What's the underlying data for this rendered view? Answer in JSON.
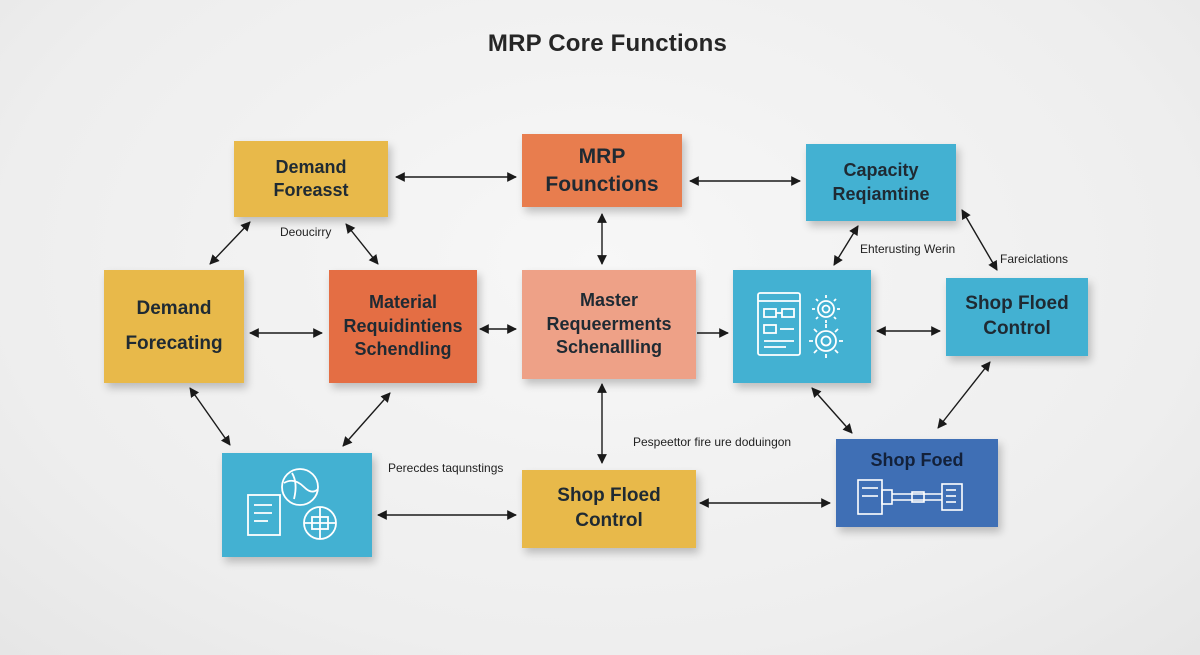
{
  "title": "MRP Core Functions",
  "nodes": {
    "demand_forecast_top": {
      "line1": "Demand",
      "line2": "Foreasst"
    },
    "mrp_functions": {
      "line1": "MRP",
      "line2": "Founctions"
    },
    "capacity": {
      "line1": "Capacity",
      "line2": "Reqiamtine"
    },
    "demand_forecasting": {
      "line1": "Demand",
      "line2": "Forecating"
    },
    "material": {
      "line1": "Material",
      "line2": "Requidintiens",
      "line3": "Schendling"
    },
    "master": {
      "line1": "Master",
      "line2": "Requeerments",
      "line3": "Schenallling"
    },
    "shop_control_right": {
      "line1": "Shop Floed",
      "line2": "Control"
    },
    "shop_control_bottom": {
      "line1": "Shop Floed",
      "line2": "Control"
    },
    "shop_foed": {
      "line1": "Shop Foed"
    }
  },
  "labels": {
    "deoucicry": "Deoucirry",
    "ehterusting": "Ehterusting Werin",
    "fareiclations": "Fareiclations",
    "perecdes": "Perecdes taqunstings",
    "pespeettor": "Pespeettor fire ure doduingon"
  },
  "colors": {
    "yellow": "#e8b94a",
    "orange": "#e87d4e",
    "peach": "#eea187",
    "cyan": "#43b1d2",
    "blue": "#3f6fb5"
  }
}
